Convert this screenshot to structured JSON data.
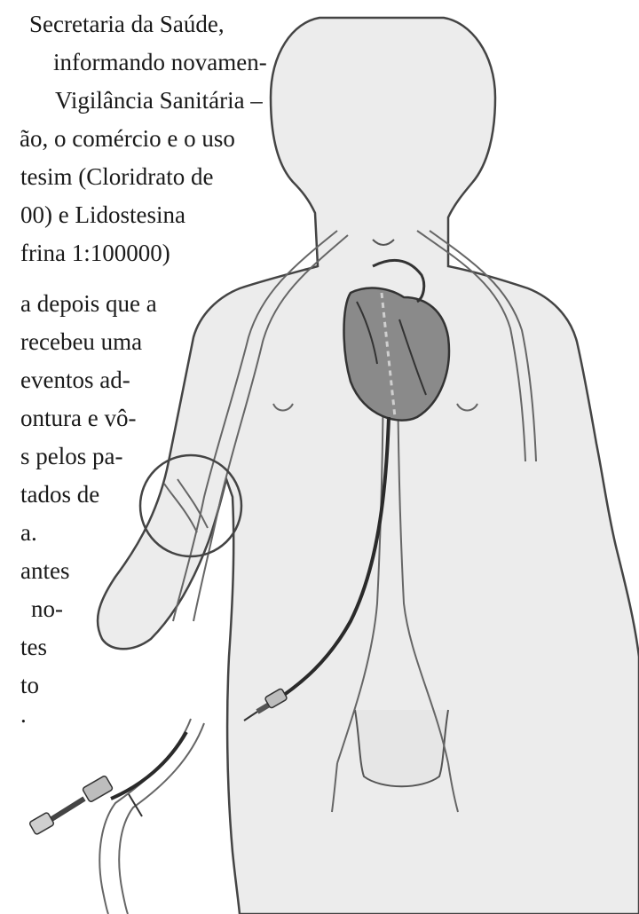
{
  "text_lines": [
    "Secretaria da Saúde,",
    "informando novamen-",
    "Vigilância Sanitária –",
    "ão, o comércio e o uso",
    "tesim (Cloridrato de",
    "00) e Lidostesina",
    "frina 1:100000)",
    "a depois que a",
    "recebeu uma",
    "eventos ad-",
    "ontura e vô-",
    "s pelos pa-",
    "tados de",
    "a.",
    "antes",
    "no-",
    "tes",
    "to",
    "."
  ],
  "colors": {
    "background": "#ffffff",
    "text": "#1a1a1a",
    "body_fill": "#ececec",
    "outline": "#444444",
    "vessel_fill": "#d8d8d8",
    "heart_fill": "#8a8a8a",
    "catheter": "#2a2a2a"
  },
  "icons": {
    "figure": "human-body-anatomy-illustration",
    "heart": "heart-icon",
    "magnifier_circle": "magnifier-circle-icon",
    "catheter": "catheter-icon"
  }
}
